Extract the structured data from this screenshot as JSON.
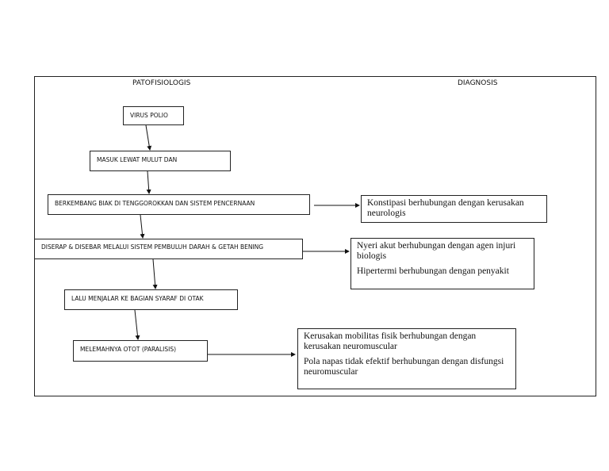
{
  "headers": {
    "left": "PATOFISIOLOGIS",
    "right": "DIAGNOSIS"
  },
  "flow": [
    "VIRUS POLIO",
    "MASUK LEWAT MULUT  DAN",
    "BERKEMBANG BIAK DI TENGGOROKKAN DAN SISTEM PENCERNAAN",
    "DISERAP & DISEBAR MELALUI SISTEM PEMBULUH DARAH & GETAH BENING",
    "LALU MENJALAR KE BAGIAN SYARAF DI OTAK",
    "MELEMAHNYA OTOT (PARALISIS)"
  ],
  "diagnoses": [
    [
      "Konstipasi berhubungan dengan kerusakan neurologis"
    ],
    [
      "Nyeri akut  berhubungan dengan agen injuri biologis",
      "Hipertermi  berhubungan  dengan  penyakit"
    ],
    [
      "Kerusakan mobilitas fisik berhubungan dengan kerusakan neuromuscular",
      "Pola napas tidak efektif berhubungan dengan disfungsi neuromuscular"
    ]
  ]
}
